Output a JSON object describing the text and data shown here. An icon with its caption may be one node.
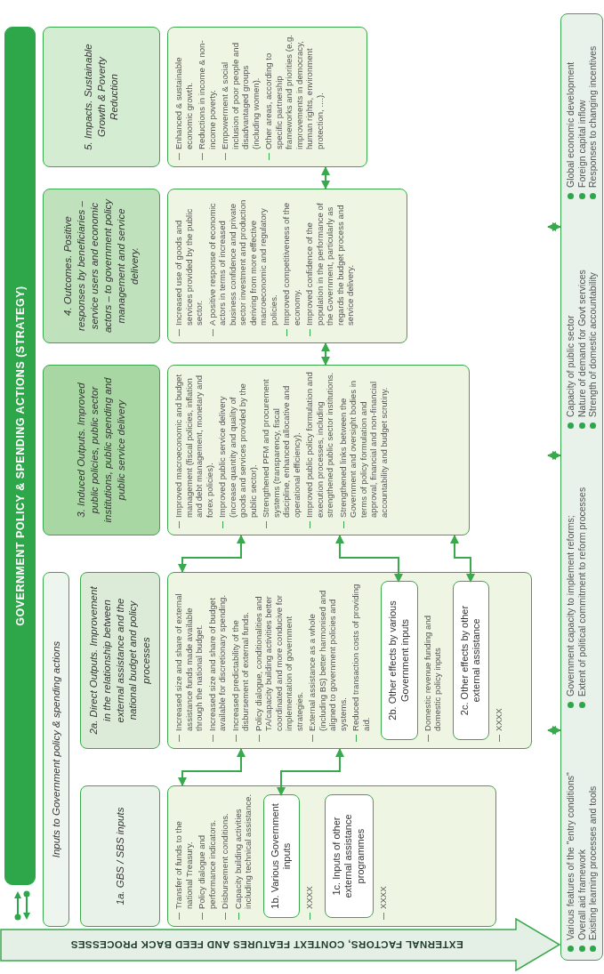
{
  "diagram": {
    "nodes": [
      {
        "text": [
          "GOVERNMENT POLICY & SPENDING ACTIONS (STRATEGY)"
        ]
      },
      {
        "text": [
          "Inputs to Government policy & spending actions"
        ]
      },
      {
        "text": [
          "1a. GBS / SBS inputs"
        ]
      },
      {
        "text": [
          "2a. Direct Outputs. Improvement in the relationship between external assistance and the national budget and policy processes"
        ]
      },
      {
        "text": [
          "3. Induced Outputs. Improved public policies, public sector institutions, public spending and public service delivery"
        ]
      },
      {
        "text": [
          "4. Outcomes. Positive responses by beneficiaries – service users and economic actors – to government policy management and service delivery."
        ]
      },
      {
        "text": [
          "5. Impacts. Sustainable Growth & Poverty Reduction"
        ]
      },
      {
        "text": [
          "Transfer of funds to the national Treasury.",
          "Policy dialogue and performance indicators.",
          "Disbursement conditions.",
          "Capacity building activities including technical assistance."
        ]
      },
      {
        "text": [
          "1b. Various Government inputs"
        ],
        "in": 7,
        "beside": [
          "XXXX"
        ]
      },
      {
        "text": [
          "1c. Inputs of other external assistance programmes"
        ],
        "in": 7,
        "beside": [
          "XXXX"
        ]
      },
      {
        "text": [
          "Increased size and share of external assistance funds made available through the national budget.",
          "Increased size and share of budget available for discretionary spending.",
          "Increased predictability of the disbursement of external funds.",
          "Policy dialogue, conditionalities and TA/capacity building activities better coordinated and more conducive for implementation of government strategies.",
          "External assistance as a whole (including BS) better harmonised and aligned to government policies and systems.",
          "Reduced transaction costs of providing aid."
        ]
      },
      {
        "text": [
          "2b. Other effects by various Government inputs"
        ],
        "in": 10,
        "beside": [
          "Domestic revenue funding and domestic policy inputs"
        ]
      },
      {
        "text": [
          "2c. Other effects by other external assistance"
        ],
        "in": 10,
        "beside": [
          "XXXX"
        ]
      },
      {
        "text": [
          "Improved macroeconomic and budget management (fiscal policies, inflation and debt management, monetary and forex policies).",
          "Improved public service delivery (increase quantity and quality of goods and services provided by the public sector).",
          "Strengthened PFM and procurement systems (transparency, fiscal discipline, enhanced allocative and operational efficiency).",
          "Improved public policy formulation and execution processes, including strengthened public sector institutions.",
          "Strengthened links between the Government and oversight bodies in terms of policy formulation and approval, financial and non-financial accountability and budget scrutiny."
        ]
      },
      {
        "text": [
          "Increased use of goods and services provided by the public sector.",
          "A positive response of economic actors in terms of increased business confidence and private sector investment and production deriving from more effective macroeconomic and regulatory policies.",
          "Improved competitiveness of the economy.",
          "Improved confidence of the population in the performance of the Government, particularly as regards the budget process and service delivery."
        ]
      },
      {
        "text": [
          "Enhanced & sustainable economic growth.",
          "Reductions in income & non-income poverty.",
          "Empowerment & social inclusion of poor people and disadvantaged groups (including women).",
          "Other areas, according to specific partnership frameworks and priorities (e.g. improvements in democracy, human rights, environment protection, ....)."
        ]
      },
      {
        "text": [
          "EXTERNAL FACTORS, CONTEXT FEATURES AND FEED BACK PROCESSES"
        ]
      },
      {
        "text": [
          "Various features of the \"entry conditions\"",
          "Overall aid framework",
          "Existing learning processes and tools",
          "Government capacity to implement reforms;",
          "Extent of political commitment to reform processes",
          "Capacity of public sector",
          "Nature of demand for Govt services",
          "Strength of domestic accountability",
          "Global economic development",
          "Foreign capital inflow",
          "Responses to changing incentives"
        ]
      }
    ],
    "edges": [
      {
        "from": 13,
        "to": 10,
        "arrow": "both"
      },
      {
        "from": 13,
        "to": 11,
        "arrow": "both"
      },
      {
        "from": 13,
        "to": 12,
        "arrow": "both"
      },
      {
        "from": 10,
        "to": 7,
        "arrow": "both"
      },
      {
        "from": 10,
        "to": 8,
        "arrow": "both"
      },
      {
        "from": 14,
        "to": 13,
        "arrow": "both"
      },
      {
        "from": 15,
        "to": 14,
        "arrow": "both"
      },
      {
        "from": null,
        "to": 17,
        "arrow": "both"
      },
      {
        "from": null,
        "to": 17,
        "arrow": "both"
      },
      {
        "from": null,
        "to": 17,
        "arrow": "both"
      }
    ]
  }
}
